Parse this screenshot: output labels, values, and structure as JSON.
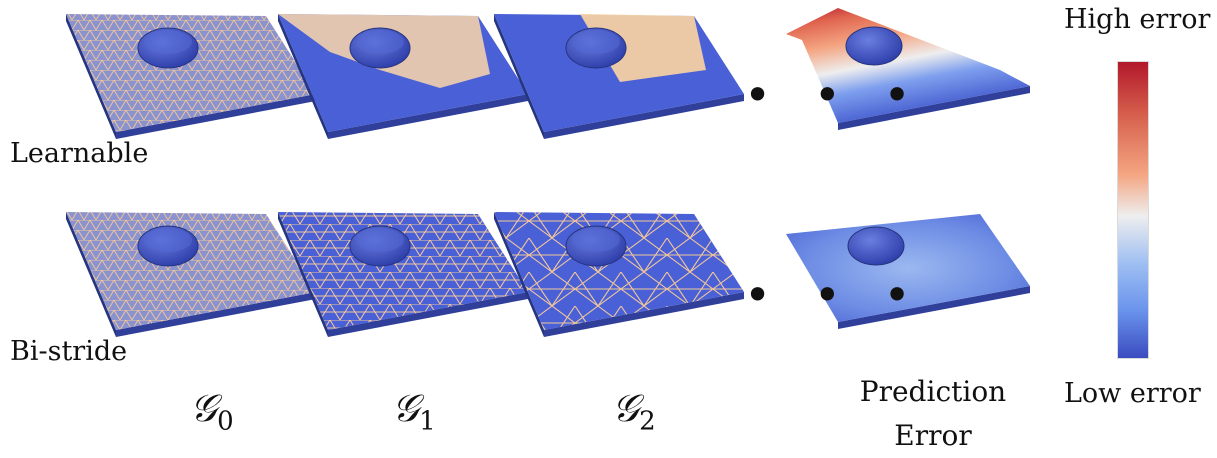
{
  "rows": [
    {
      "label": "Learnable"
    },
    {
      "label": "Bi-stride"
    }
  ],
  "columns": [
    {
      "symbol": "𝒢",
      "subscript": "0"
    },
    {
      "symbol": "𝒢",
      "subscript": "1"
    },
    {
      "symbol": "𝒢",
      "subscript": "2"
    }
  ],
  "prediction_label_line1": "Prediction",
  "prediction_label_line2": "Error",
  "ellipsis": "• • •",
  "legend": {
    "high_label": "High error",
    "low_label": "Low error",
    "high_color": "#b2182b",
    "mid_color": "#eeeeee",
    "low_color": "#3b4cc0"
  },
  "colors": {
    "plate_blue": "#4a60d6",
    "plate_side": "#2f3f9a",
    "wire_color": "#f3c79a",
    "sphere_color": "#3a4fc4"
  }
}
